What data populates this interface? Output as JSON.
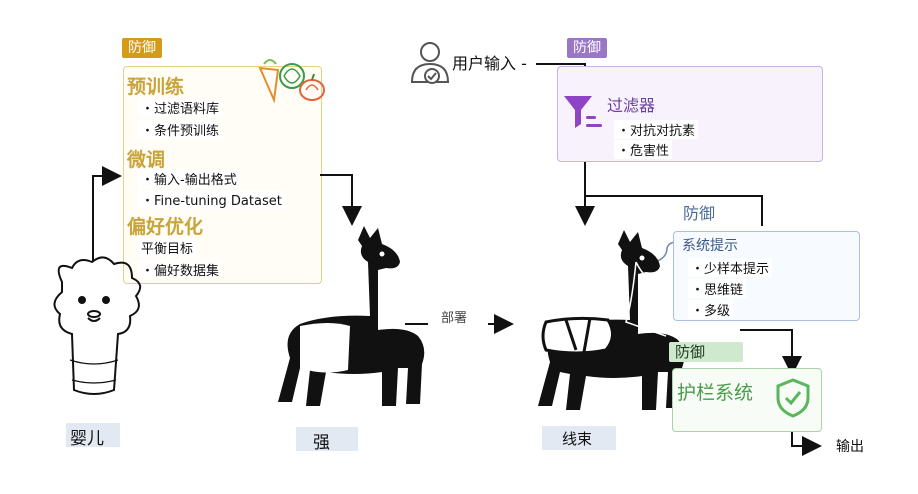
{
  "left": {
    "tag": "防御",
    "pretrain_title": "预训练",
    "pretrain_items": [
      "过滤语料库",
      "条件预训练"
    ],
    "finetune_title": "微调",
    "finetune_items": [
      "输入-输出格式",
      "Fine-tuning Dataset"
    ],
    "preference_title": "偏好优化",
    "preference_items": [
      "平衡目标",
      "偏好数据集"
    ]
  },
  "stages": {
    "baby": "婴儿",
    "strong": "强",
    "deployed": "线束",
    "deploy_label": "部署"
  },
  "input": {
    "label": "用户输入 -",
    "tag": "防御"
  },
  "filter": {
    "title": "过滤器",
    "items": [
      "对抗对抗素",
      "危害性"
    ]
  },
  "system_prompt": {
    "tag": "防御",
    "title": "系统提示",
    "items": [
      "少样本提示",
      "思维链",
      "多级"
    ]
  },
  "guardrail": {
    "tag": "防御",
    "title": "护栏系统"
  },
  "output": {
    "label": "输出"
  },
  "colors": {
    "gold": "#d49a1a",
    "purple": "#9a76c7",
    "filter_icon": "#8e44c4",
    "blue": "#6d87b5",
    "green": "#5bb55b"
  }
}
